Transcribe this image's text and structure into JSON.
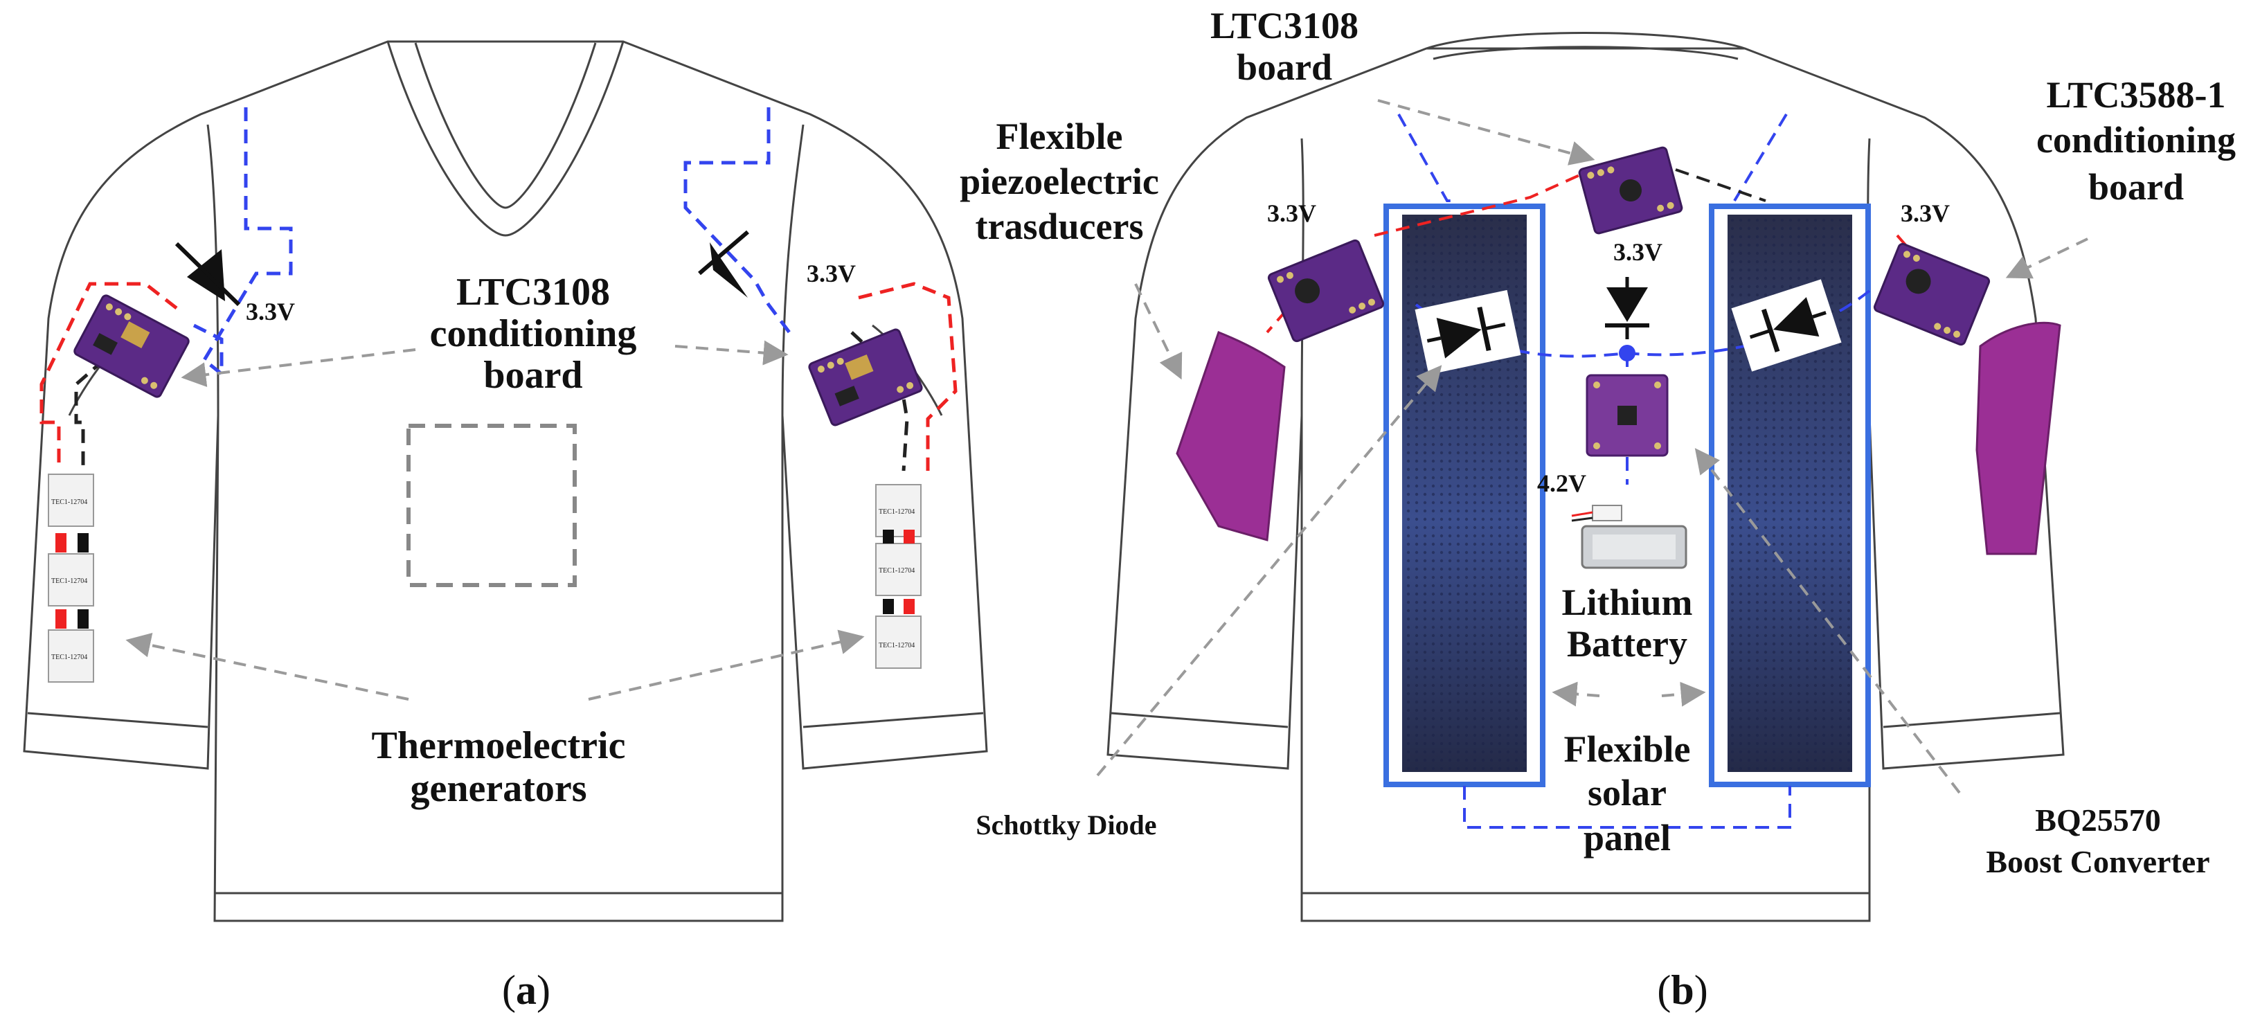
{
  "panel_a": {
    "caption_open": "(",
    "caption_letter": "a",
    "caption_close": ")",
    "label_ltc3108_line1": "LTC3108",
    "label_ltc3108_line2": "conditioning",
    "label_ltc3108_line3": "board",
    "label_teg_line1": "Thermoelectric",
    "label_teg_line2": "generators",
    "voltage_left": "3.3V",
    "voltage_right": "3.3V",
    "teg_module_text": "TEC1-12704"
  },
  "panel_b": {
    "caption_open": "(",
    "caption_letter": "b",
    "caption_close": ")",
    "label_ltc3108_line1": "LTC3108",
    "label_ltc3108_line2": "board",
    "label_piezo_line1": "Flexible",
    "label_piezo_line2": "piezoelectric",
    "label_piezo_line3": "trasducers",
    "label_ltc3588_line1": "LTC3588-1",
    "label_ltc3588_line2": "conditioning",
    "label_ltc3588_line3": "board",
    "label_schottky": "Schottky Diode",
    "label_battery_line1": "Lithium",
    "label_battery_line2": "Battery",
    "label_solar_line1": "Flexible",
    "label_solar_line2": "solar",
    "label_solar_line3": "panel",
    "label_bq_line1": "BQ25570",
    "label_bq_line2": "Boost Converter",
    "voltage_left": "3.3V",
    "voltage_center": "3.3V",
    "voltage_right": "3.3V",
    "voltage_battery": "4.2V"
  },
  "colors": {
    "board_purple": "#5b2a86",
    "piezo_magenta": "#9b2f95",
    "solar_navy": "#2c3566",
    "frame_blue": "#3a6fe0",
    "wire_blue": "#3344ee",
    "wire_red": "#ee2222",
    "wire_black": "#222222",
    "leader_gray": "#9a9a9a"
  }
}
